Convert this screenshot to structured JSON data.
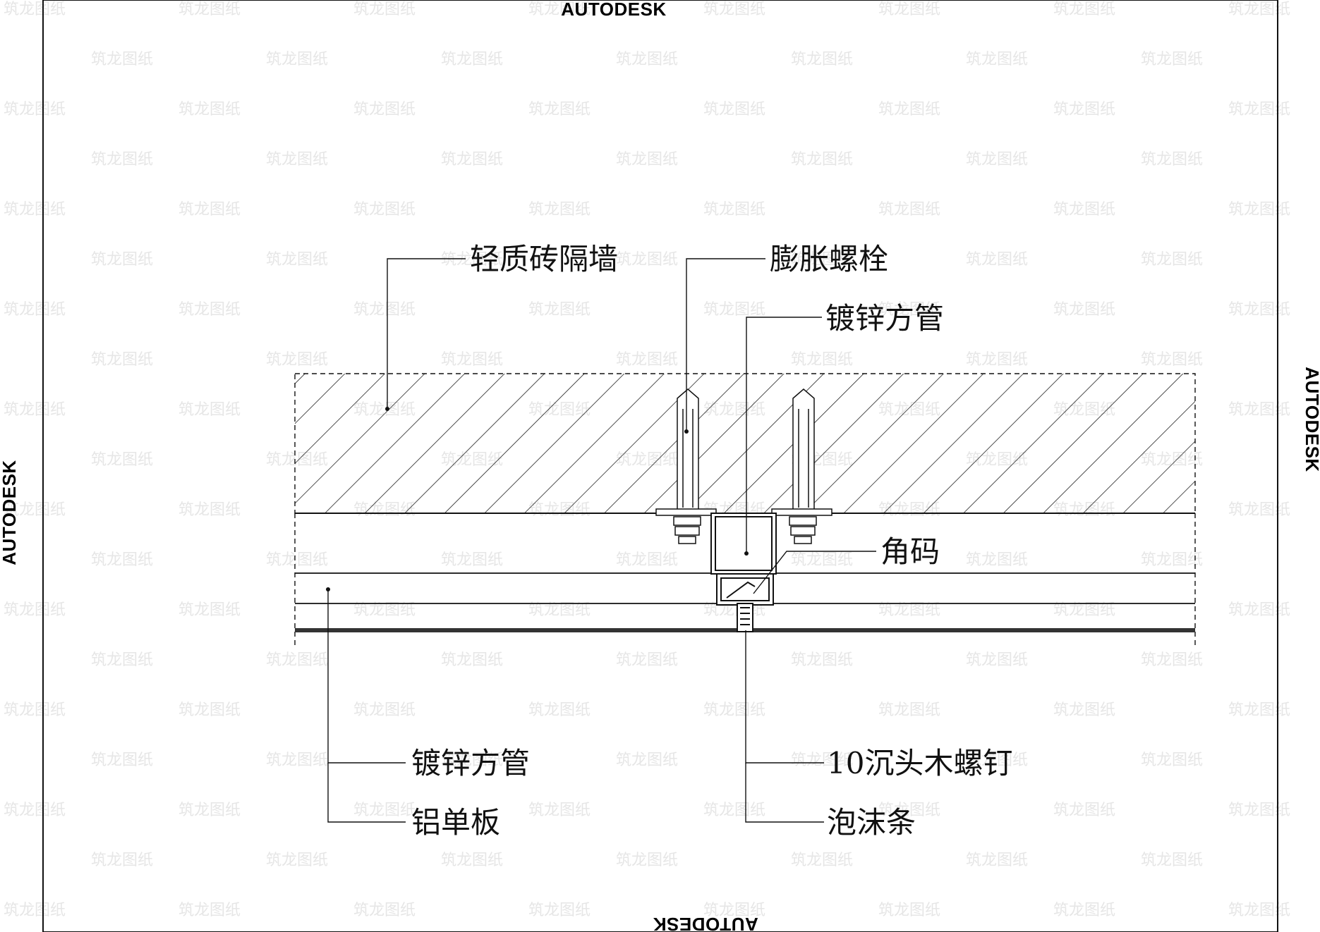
{
  "brand": {
    "top": "AUTODESK",
    "bottom": "AUTODESK",
    "left": "AUTODESK",
    "right": "AUTODESK"
  },
  "watermark": "筑龙图纸",
  "labels": {
    "partition_wall": "轻质砖隔墙",
    "expansion_bolt": "膨胀螺栓",
    "galvanized_tube_top": "镀锌方管",
    "angle_code": "角码",
    "galvanized_tube_bottom": "镀锌方管",
    "aluminum_panel": "铝单板",
    "countersunk_screw": "10沉头木螺钉",
    "foam_strip": "泡沫条"
  },
  "colors": {
    "line": "#111111",
    "watermark": "#e6e6e6"
  }
}
